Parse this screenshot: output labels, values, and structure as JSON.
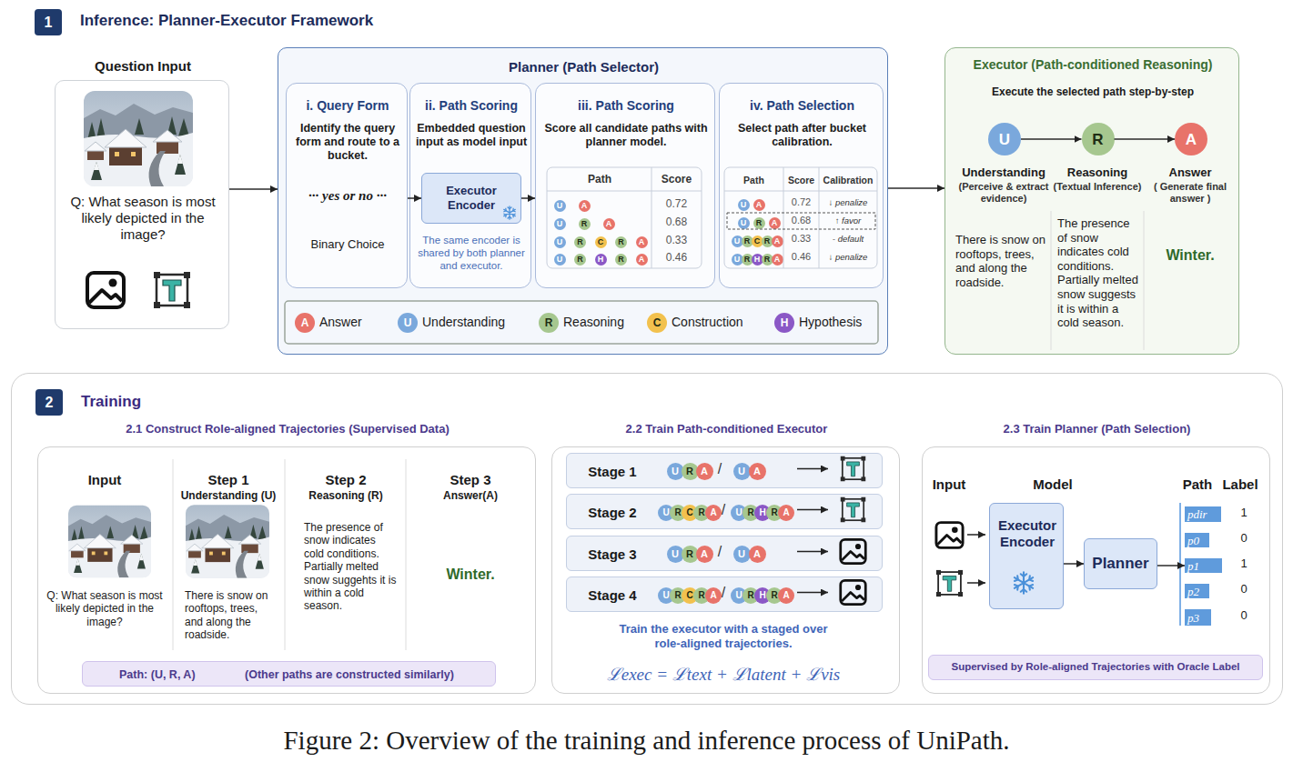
{
  "diagram": {
    "caption": "Figure 2: Overview of the training and inference process of UniPath.",
    "nodes": [
      {
        "text": [
          "1"
        ]
      },
      {
        "text": [
          "Question Input",
          "Q: What season is most likely depicted in the image?"
        ]
      },
      {
        "text": [
          "Planner (Path Selector)"
        ]
      },
      {
        "text": [
          "i. Query Form",
          "Identify the query form and route to a bucket.",
          "··· yes or no ···",
          "Binary Choice"
        ],
        "in": 2
      },
      {
        "text": [
          "ii. Path Scoring",
          "Embedded question input as model input",
          "The same encoder is shared by both planner and executor."
        ],
        "in": 2
      },
      {
        "text": [
          "Executor Encoder"
        ],
        "in": 4
      },
      {
        "text": [
          "iii. Path Scoring",
          "Score all candidate paths with planner model."
        ],
        "in": 2
      },
      {
        "text": [
          "U"
        ],
        "in": 6
      },
      {
        "text": [
          "A"
        ],
        "in": 6
      },
      {
        "text": [
          "U"
        ],
        "in": 6
      },
      {
        "text": [
          "R"
        ],
        "in": 6
      },
      {
        "text": [
          "A"
        ],
        "in": 6
      },
      {
        "text": [
          "U"
        ],
        "in": 6
      },
      {
        "text": [
          "R"
        ],
        "in": 6
      },
      {
        "text": [
          "C"
        ],
        "in": 6
      },
      {
        "text": [
          "R"
        ],
        "in": 6
      },
      {
        "text": [
          "A"
        ],
        "in": 6
      },
      {
        "text": [
          "U"
        ],
        "in": 6
      },
      {
        "text": [
          "R"
        ],
        "in": 6
      },
      {
        "text": [
          "H"
        ],
        "in": 6
      },
      {
        "text": [
          "R"
        ],
        "in": 6
      },
      {
        "text": [
          "A"
        ],
        "in": 6
      },
      {
        "text": [
          "iv. Path Selection",
          "Select path after bucket calibration."
        ],
        "in": 2
      },
      {
        "text": [
          "U"
        ],
        "in": 22
      },
      {
        "text": [
          "A"
        ],
        "in": 22
      },
      {
        "text": [
          "U"
        ],
        "in": 22
      },
      {
        "text": [
          "R"
        ],
        "in": 22
      },
      {
        "text": [
          "A"
        ],
        "in": 22
      },
      {
        "text": [
          "U"
        ],
        "in": 22
      },
      {
        "text": [
          "R"
        ],
        "in": 22
      },
      {
        "text": [
          "C"
        ],
        "in": 22
      },
      {
        "text": [
          "R"
        ],
        "in": 22
      },
      {
        "text": [
          "A"
        ],
        "in": 22
      },
      {
        "text": [
          "U"
        ],
        "in": 22
      },
      {
        "text": [
          "R"
        ],
        "in": 22
      },
      {
        "text": [
          "H"
        ],
        "in": 22
      },
      {
        "text": [
          "R"
        ],
        "in": 22
      },
      {
        "text": [
          "A"
        ],
        "in": 22
      },
      {
        "text": [
          "Executor (Path-conditioned Reasoning)",
          "Execute the selected path step-by-step"
        ]
      },
      {
        "text": [
          "U"
        ],
        "in": 38
      },
      {
        "text": [
          "R"
        ],
        "in": 38
      },
      {
        "text": [
          "A"
        ],
        "in": 38
      },
      {
        "text": [
          "Training"
        ]
      },
      {
        "text": [
          "2"
        ],
        "in": 42
      },
      {
        "text": [
          "2.1 Construct Role-aligned Trajectories (Supervised Data)"
        ],
        "in": 42
      },
      {
        "text": [
          "Path: (U, R, A)",
          "(Other paths are constructed similarly)"
        ],
        "in": 44
      },
      {
        "text": [
          "2.2 Train Path-conditioned Executor"
        ],
        "in": 42
      },
      {
        "text": [
          "Stage 1"
        ],
        "in": 46
      },
      {
        "text": [
          "U"
        ],
        "in": 47
      },
      {
        "text": [
          "R"
        ],
        "in": 47
      },
      {
        "text": [
          "A"
        ],
        "in": 47
      },
      {
        "text": [
          "U"
        ],
        "in": 47
      },
      {
        "text": [
          "A"
        ],
        "in": 47
      },
      {
        "text": [
          "Stage 2"
        ],
        "in": 46
      },
      {
        "text": [
          "U"
        ],
        "in": 53
      },
      {
        "text": [
          "R"
        ],
        "in": 53
      },
      {
        "text": [
          "C"
        ],
        "in": 53
      },
      {
        "text": [
          "R"
        ],
        "in": 53
      },
      {
        "text": [
          "A"
        ],
        "in": 53
      },
      {
        "text": [
          "U"
        ],
        "in": 53
      },
      {
        "text": [
          "R"
        ],
        "in": 53
      },
      {
        "text": [
          "H"
        ],
        "in": 53
      },
      {
        "text": [
          "R"
        ],
        "in": 53
      },
      {
        "text": [
          "A"
        ],
        "in": 53
      },
      {
        "text": [
          "Stage 3"
        ],
        "in": 46
      },
      {
        "text": [
          "U"
        ],
        "in": 64
      },
      {
        "text": [
          "R"
        ],
        "in": 64
      },
      {
        "text": [
          "A"
        ],
        "in": 64
      },
      {
        "text": [
          "U"
        ],
        "in": 64
      },
      {
        "text": [
          "A"
        ],
        "in": 64
      },
      {
        "text": [
          "Stage 4"
        ],
        "in": 46
      },
      {
        "text": [
          "U"
        ],
        "in": 70
      },
      {
        "text": [
          "R"
        ],
        "in": 70
      },
      {
        "text": [
          "C"
        ],
        "in": 70
      },
      {
        "text": [
          "R"
        ],
        "in": 70
      },
      {
        "text": [
          "A"
        ],
        "in": 70
      },
      {
        "text": [
          "U"
        ],
        "in": 70
      },
      {
        "text": [
          "R"
        ],
        "in": 70
      },
      {
        "text": [
          "H"
        ],
        "in": 70
      },
      {
        "text": [
          "R"
        ],
        "in": 70
      },
      {
        "text": [
          "A"
        ],
        "in": 70
      },
      {
        "text": [
          "2.3 Train Planner (Path Selection)"
        ],
        "in": 42
      },
      {
        "text": [
          "Executor Encoder"
        ],
        "in": 81
      },
      {
        "text": [
          "Planner"
        ],
        "in": 81
      },
      {
        "text": [
          "pdir"
        ],
        "in": 81
      },
      {
        "text": [
          "p0"
        ],
        "in": 81
      },
      {
        "text": [
          "p1"
        ],
        "in": 81
      },
      {
        "text": [
          "p2"
        ],
        "in": 81
      },
      {
        "text": [
          "p3"
        ],
        "in": 81
      },
      {
        "text": [
          "Supervised by Role-aligned Trajectories with Oracle Label"
        ],
        "in": 81
      }
    ],
    "edges": [
      {
        "from": 1,
        "to": 2,
        "arrow": "to"
      },
      {
        "from": 2,
        "to": 38,
        "arrow": "to"
      },
      {
        "from": 3,
        "to": 5,
        "arrow": "to"
      },
      {
        "from": 5,
        "to": 6,
        "arrow": "to"
      },
      {
        "from": 39,
        "to": 40,
        "arrow": "to"
      },
      {
        "from": 40,
        "to": 41,
        "arrow": "to"
      },
      {
        "from": 82,
        "to": 83,
        "arrow": "to"
      },
      {
        "from": 83,
        "to": 86,
        "arrow": "to"
      }
    ],
    "labels": [
      "Inference: Planner-Executor Framework",
      "Path",
      "Score",
      "0.72",
      "0.68",
      "0.33",
      "0.46",
      "Path",
      "Score",
      "Calibration",
      "0.72",
      "↓ penalize",
      "0.68",
      "↑ favor",
      "0.33",
      "- default",
      "0.46",
      "↓ penalize",
      "A",
      "U",
      "R",
      "C",
      "H",
      "Understanding",
      "(Perceive & extract evidence)",
      "Reasoning",
      "(Textual Inference)",
      "Answer",
      "( Generate final answer )",
      "There is snow on rooftops, trees, and along the roadside.",
      "The presence of snow indicates cold conditions. Partially melted snow suggests it is within a cold season.",
      "Winter.",
      "Input",
      "Q: What season is most likely depicted in the image?",
      "Step 1",
      "Understanding (U)",
      "There is snow on rooftops, trees, and along the roadside.",
      "Step 2",
      "Reasoning (R)",
      "The presence of snow indicates cold conditions. Partially melted snow suggehts it is within a cold season.",
      "Step 3",
      "Answer(A)",
      "Winter.",
      "/",
      "/",
      "/",
      "/",
      "Train the executor with a staged over role-aligned trajectories.",
      "ℒexec = ℒtext + ℒlatent + ℒvis",
      "Input",
      "Model",
      "Path",
      "Label",
      "1",
      "0",
      "1",
      "0",
      "0"
    ],
    "legend": [
      {
        "text": "Answer",
        "color": "#e8736a"
      },
      {
        "text": "Understanding",
        "color": "#7aa8dc"
      },
      {
        "text": "Reasoning",
        "color": "#a6c78f"
      },
      {
        "text": "Construction",
        "color": "#f2c14e"
      },
      {
        "text": "Hypothesis",
        "color": "#8b58c6"
      }
    ]
  }
}
